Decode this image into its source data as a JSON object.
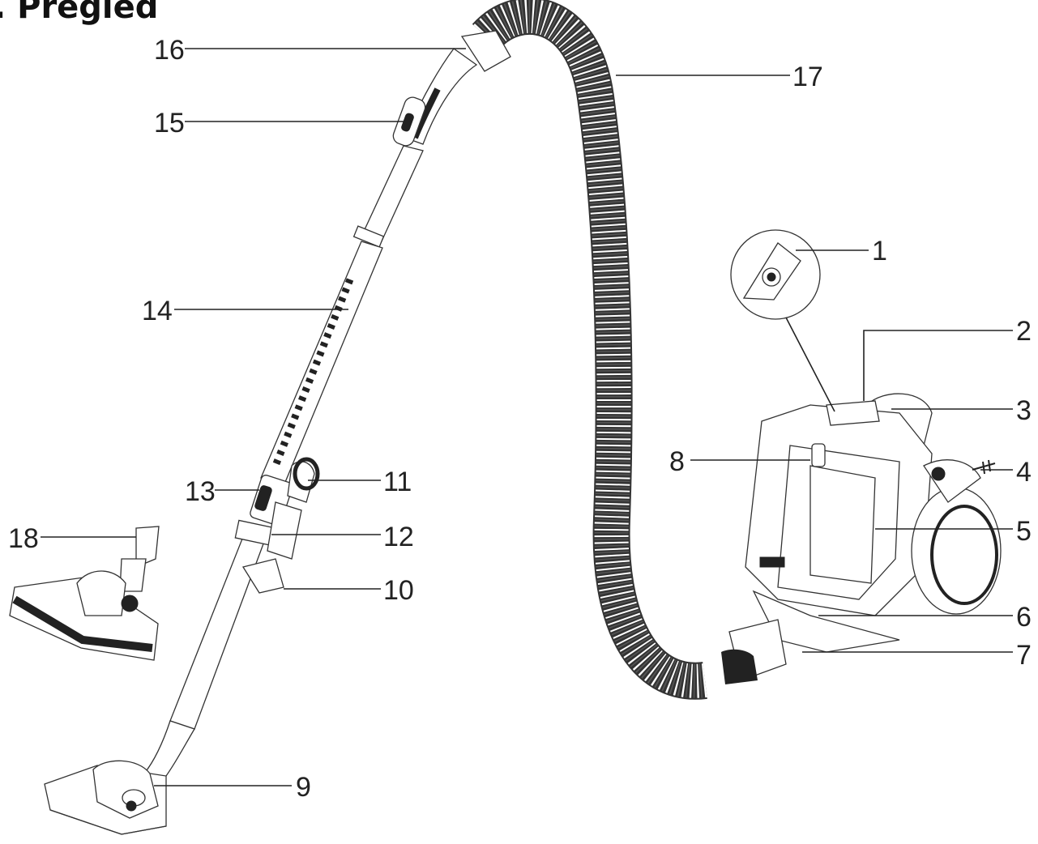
{
  "title": ". Pregled",
  "labels": {
    "l1": "1",
    "l2": "2",
    "l3": "3",
    "l4": "4",
    "l5": "5",
    "l6": "6",
    "l7": "7",
    "l8": "8",
    "l9": "9",
    "l10": "10",
    "l11": "11",
    "l12": "12",
    "l13": "13",
    "l14": "14",
    "l15": "15",
    "l16": "16",
    "l17": "17",
    "l18": "18"
  }
}
